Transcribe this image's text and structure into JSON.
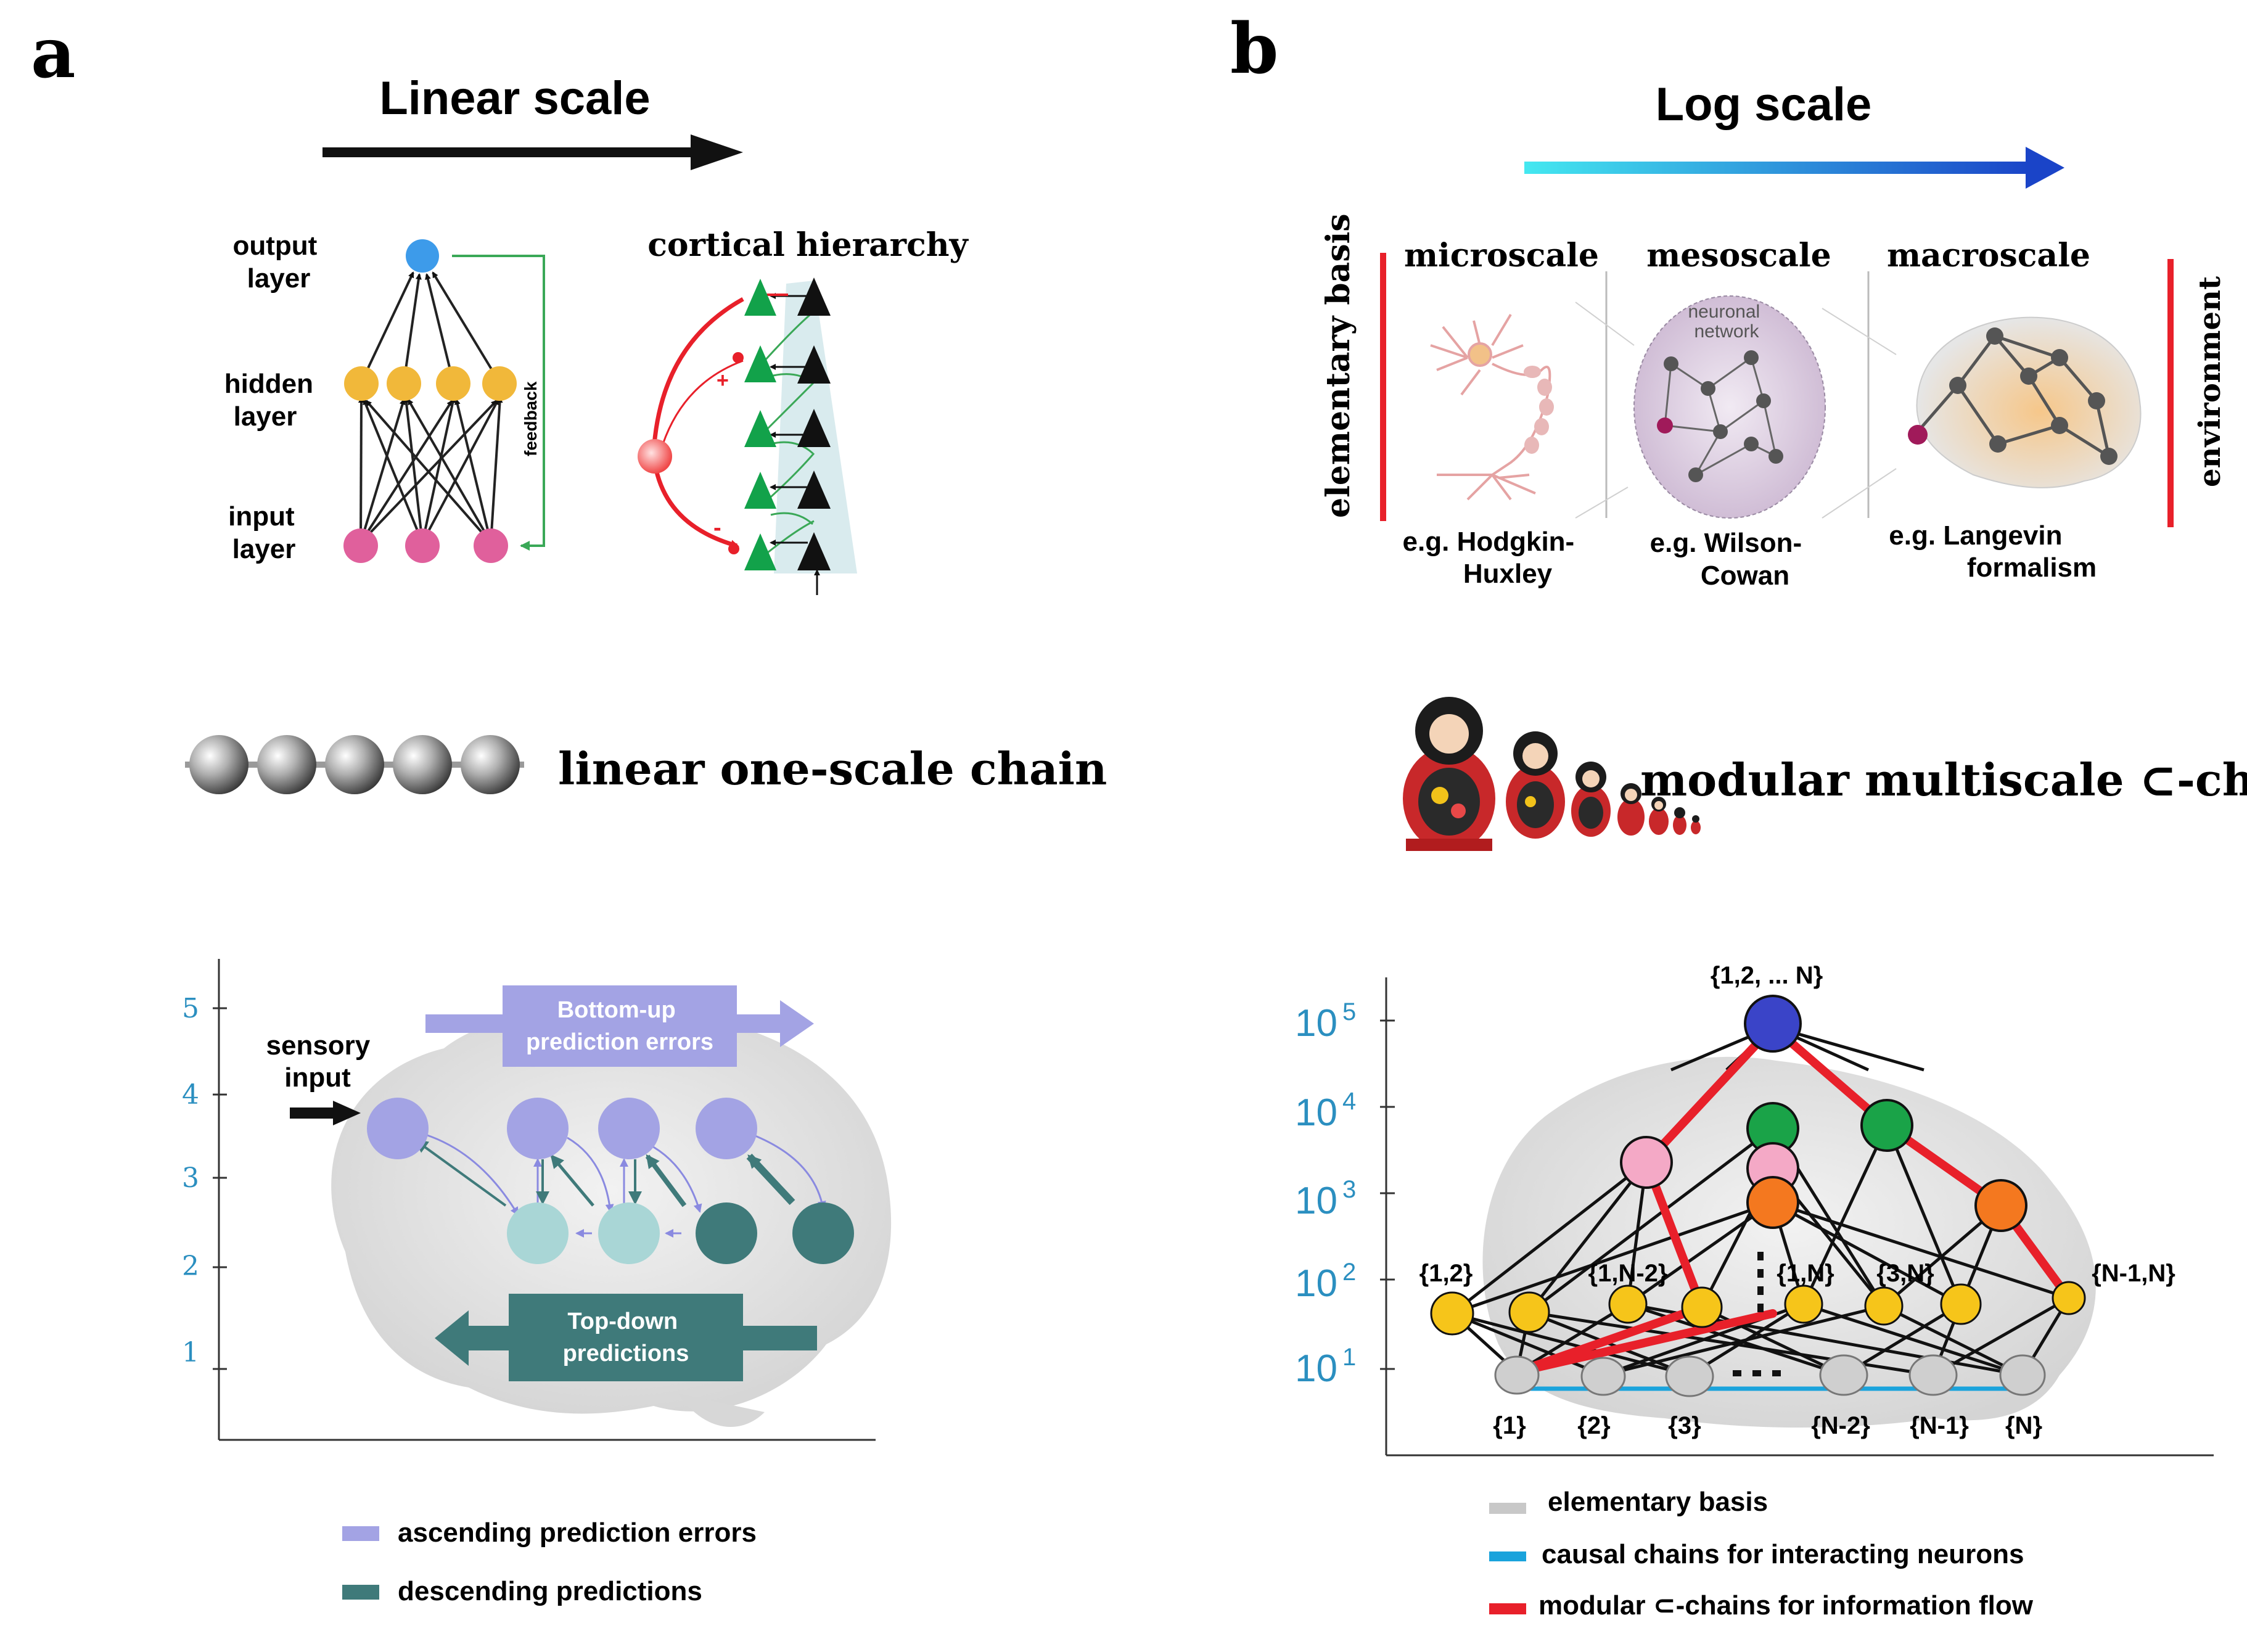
{
  "panel_a": {
    "letter": "a",
    "scale_title": "Linear scale",
    "ann": {
      "output_layer": [
        "output",
        "layer"
      ],
      "hidden_layer": [
        "hidden",
        "layer"
      ],
      "input_layer": [
        "input",
        "layer"
      ],
      "feedback": "feedback"
    },
    "cortical_title": "cortical hierarchy",
    "cortical_plus": "+",
    "cortical_minus": "-",
    "chain_label": "linear one-scale chain",
    "brain_axis_ticks": [
      "1",
      "2",
      "3",
      "4",
      "5"
    ],
    "sensory_input": [
      "sensory",
      "input"
    ],
    "bottom_up": [
      "Bottom-up",
      "prediction errors"
    ],
    "top_down": [
      "Top-down",
      "predictions"
    ],
    "legend": [
      {
        "label": "ascending prediction errors",
        "color": "#a3a3e4"
      },
      {
        "label": "descending predictions",
        "color": "#3f7a7a"
      }
    ]
  },
  "panel_b": {
    "letter": "b",
    "scale_title": "Log scale",
    "elementary_basis_vertical": "elementary basis",
    "environment_vertical": "environment",
    "scales": [
      {
        "title": "microscale",
        "example": [
          "e.g. Hodgkin-",
          "Huxley"
        ]
      },
      {
        "title": "mesoscale",
        "example": [
          "e.g. Wilson-",
          "Cowan"
        ]
      },
      {
        "title": "macroscale",
        "example": [
          "e.g. Langevin",
          "formalism"
        ]
      }
    ],
    "neuronal_network": [
      "neuronal",
      "network"
    ],
    "chain_label": "modular multiscale  ⊂-chain",
    "y_ticks": [
      {
        "base": "10",
        "exp": "1"
      },
      {
        "base": "10",
        "exp": "2"
      },
      {
        "base": "10",
        "exp": "3"
      },
      {
        "base": "10",
        "exp": "4"
      },
      {
        "base": "10",
        "exp": "5"
      }
    ],
    "node_labels": {
      "top": "{1,2, ... N}",
      "l2": [
        "{1,2}",
        "{1,N-2}",
        "{1,N}",
        "{3,N}",
        "{N-1,N}"
      ],
      "bottom": [
        "{1}",
        "{2}",
        "{3}",
        "{N-2}",
        "{N-1}",
        "{N}"
      ]
    },
    "legend": [
      {
        "label": "elementary basis",
        "color": "#c8c8c8"
      },
      {
        "label": "causal chains for interacting neurons",
        "color": "#1aa3dc"
      },
      {
        "label": "modular ⊂-chains for information flow",
        "color": "#e8202a"
      }
    ]
  },
  "colors": {
    "axis_tick_blue": "#2b8fc0",
    "ann_pink": "#e0609c",
    "ann_yellow": "#f1b83a",
    "ann_blue": "#3d9bea",
    "feedback_green": "#3aa857",
    "triangle_green": "#12a24a",
    "red": "#e8202a",
    "node_gold": "#f6c51a",
    "node_grey": "#cfcfcf",
    "node_top": "#3a44c8",
    "node_green": "#1aa348",
    "node_pink": "#f4a9c6",
    "node_orange": "#f4781f",
    "lavender": "#a3a3e4",
    "teal_dark": "#3f7a7a",
    "teal_light": "#a9d6d6"
  }
}
